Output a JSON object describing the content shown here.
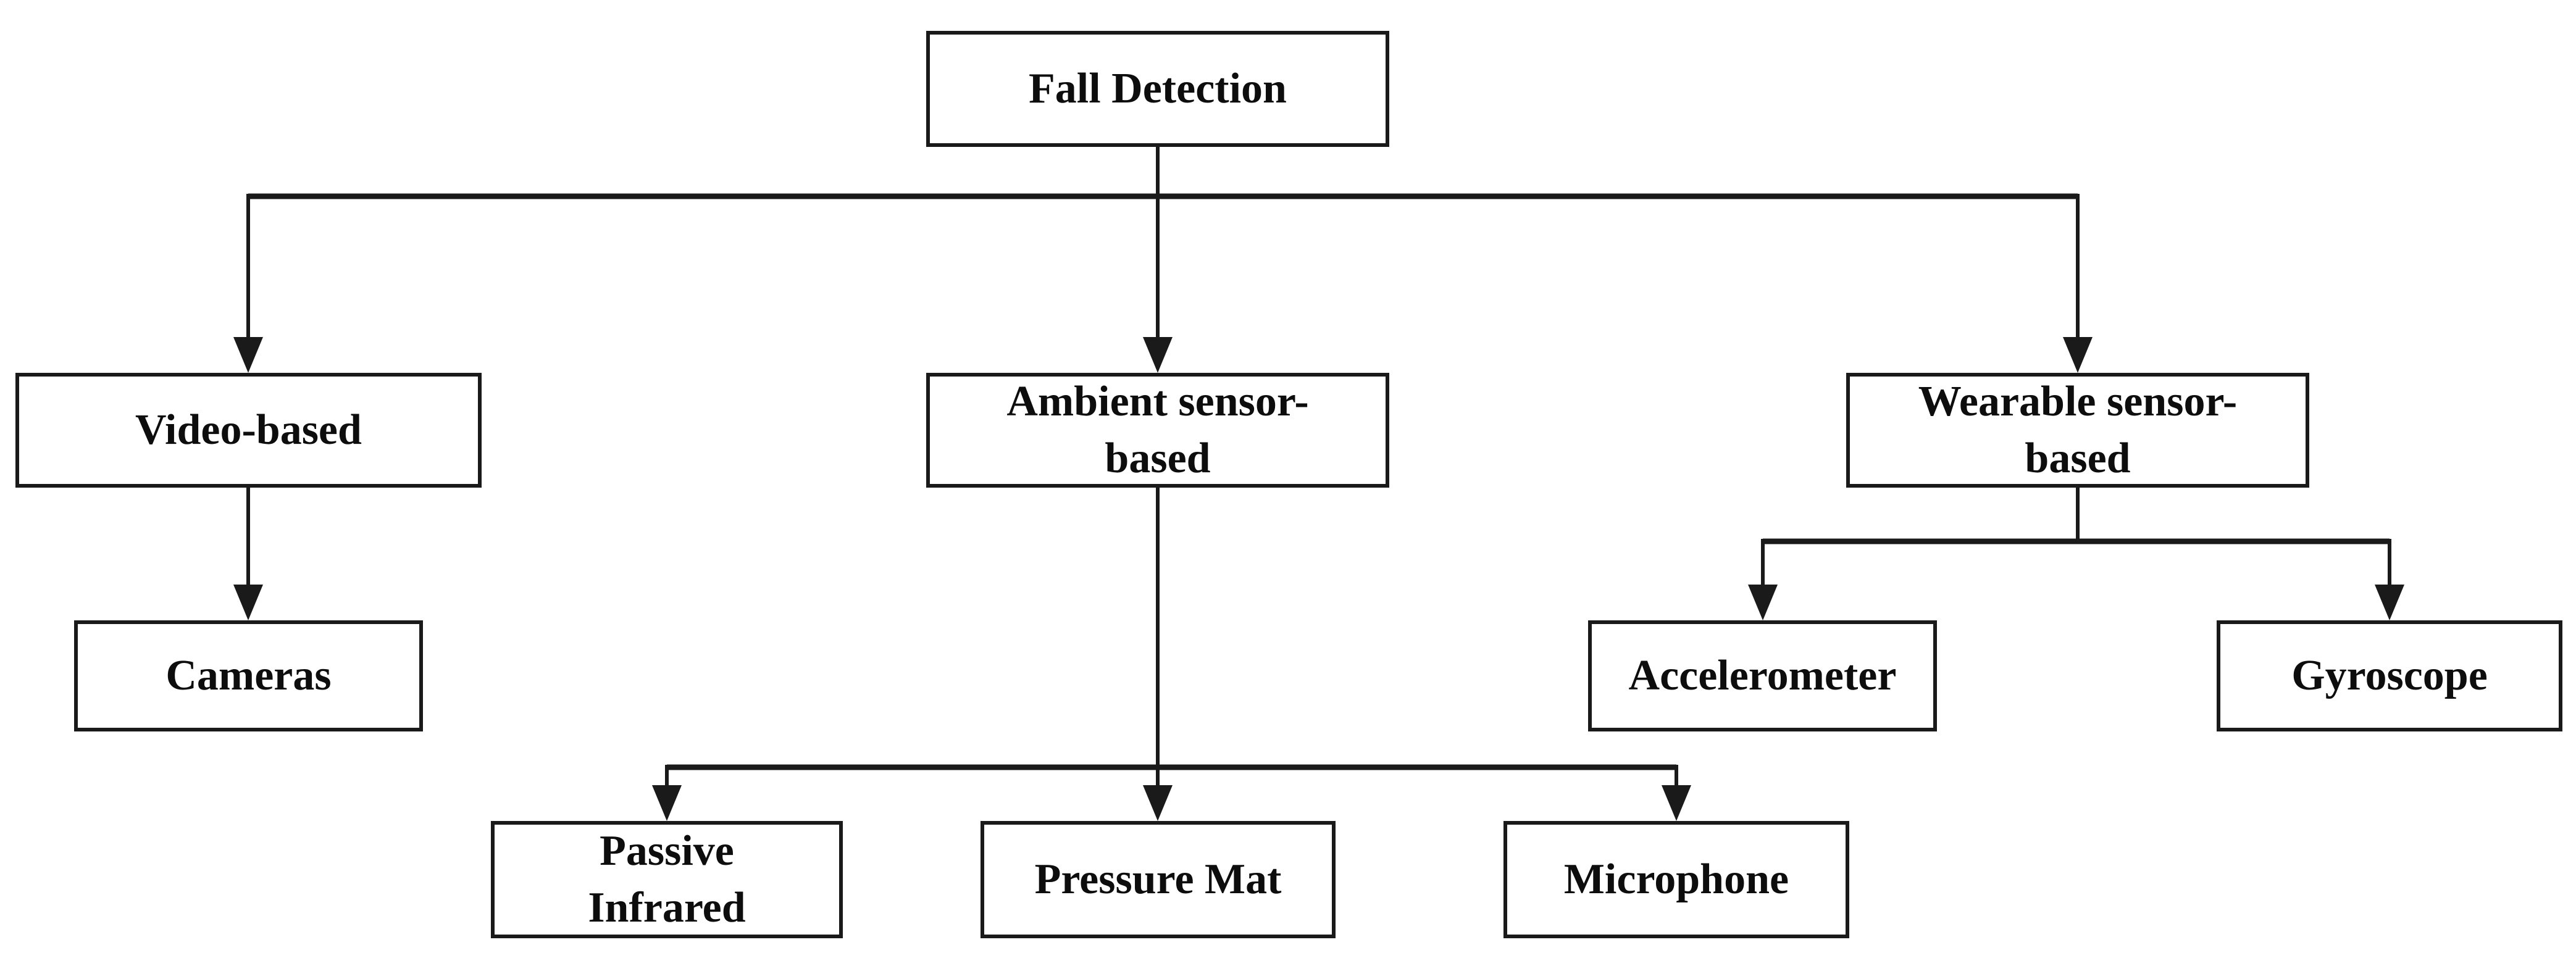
{
  "diagram": {
    "type": "flowchart-taxonomy",
    "nodes": {
      "fall_detection": {
        "label": "Fall Detection"
      },
      "video_based": {
        "label": "Video-based"
      },
      "ambient_sensor_based": {
        "label": "Ambient sensor-\nbased"
      },
      "wearable_sensor_based": {
        "label": "Wearable sensor-\nbased"
      },
      "cameras": {
        "label": "Cameras"
      },
      "passive_infrared": {
        "label": "Passive\nInfrared"
      },
      "pressure_mat": {
        "label": "Pressure Mat"
      },
      "microphone": {
        "label": "Microphone"
      },
      "accelerometer": {
        "label": "Accelerometer"
      },
      "gyroscope": {
        "label": "Gyroscope"
      }
    },
    "edges": [
      {
        "from": "fall_detection",
        "to": "video_based"
      },
      {
        "from": "fall_detection",
        "to": "ambient_sensor_based"
      },
      {
        "from": "fall_detection",
        "to": "wearable_sensor_based"
      },
      {
        "from": "video_based",
        "to": "cameras"
      },
      {
        "from": "ambient_sensor_based",
        "to": "passive_infrared"
      },
      {
        "from": "ambient_sensor_based",
        "to": "pressure_mat"
      },
      {
        "from": "ambient_sensor_based",
        "to": "microphone"
      },
      {
        "from": "wearable_sensor_based",
        "to": "accelerometer"
      },
      {
        "from": "wearable_sensor_based",
        "to": "gyroscope"
      }
    ],
    "colors": {
      "line": "#1a1a1a",
      "box_border": "#1a1a1a",
      "box_fill": "#ffffff",
      "text": "#0d0d0d",
      "background": "#ffffff"
    }
  }
}
